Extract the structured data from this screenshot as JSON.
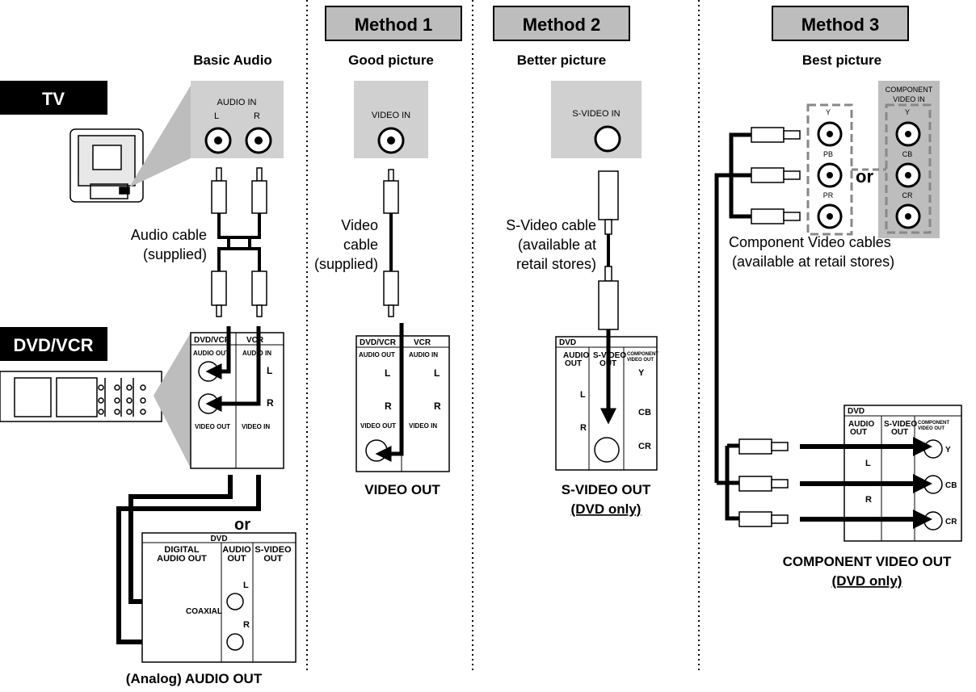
{
  "columns": {
    "basic": {
      "subtitle": "Basic Audio",
      "cable_line1": "Audio cable",
      "cable_line2": "(supplied)"
    },
    "method1": {
      "header": "Method 1",
      "subtitle": "Good picture",
      "cable_line1": "Video",
      "cable_line2": "cable",
      "cable_line3": "(supplied)",
      "bottom": "VIDEO OUT"
    },
    "method2": {
      "header": "Method 2",
      "subtitle": "Better picture",
      "cable_line1": "S-Video cable",
      "cable_line2": "(available at",
      "cable_line3": "retail stores)",
      "bottom1": "S-VIDEO OUT",
      "bottom2": "(DVD only)"
    },
    "method3": {
      "header": "Method 3",
      "subtitle": "Best picture",
      "cable_line1": "Component Video cables",
      "cable_line2": "(available at retail stores)",
      "bottom1": "COMPONENT VIDEO OUT",
      "bottom2": "(DVD only)"
    }
  },
  "devices": {
    "tv": "TV",
    "dvdvcr": "DVD/VCR"
  },
  "tv_panel": {
    "audio_in": "AUDIO IN",
    "l": "L",
    "r": "R",
    "video_in": "VIDEO IN",
    "svideo_in": "S-VIDEO IN",
    "component_in_1": "COMPONENT",
    "component_in_2": "VIDEO IN",
    "y": "Y",
    "pb": "PB",
    "pr": "PR",
    "cb": "CB",
    "cr": "CR"
  },
  "unit_panel": {
    "dvdvcr": "DVD/VCR",
    "vcr": "VCR",
    "audio_out": "AUDIO OUT",
    "audio_in": "AUDIO IN",
    "video_out": "VIDEO OUT",
    "video_in": "VIDEO IN",
    "l": "L",
    "r": "R",
    "dvd": "DVD",
    "audio": "AUDIO",
    "out": "OUT",
    "svideo": "S-VIDEO",
    "component_out_1": "COMPONENT",
    "component_out_2": "VIDEO OUT",
    "y": "Y",
    "cb": "CB",
    "cr": "CR",
    "digital_audio_out_1": "DIGITAL",
    "digital_audio_out_2": "AUDIO OUT",
    "coaxial": "COAXIAL"
  },
  "or_label": "or",
  "analog_audio_out": "(Analog) AUDIO OUT"
}
